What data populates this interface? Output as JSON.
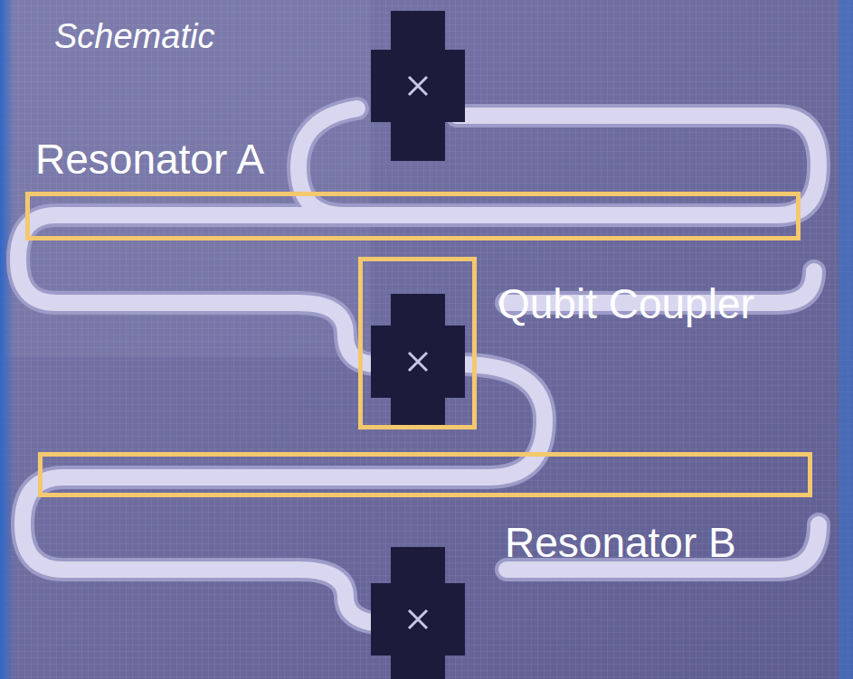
{
  "diagram": {
    "nodes": [
      {
        "text": [
          "Resonator A"
        ]
      },
      {
        "text": [
          "Qubit Coupler"
        ]
      },
      {
        "text": [
          "Resonator B"
        ]
      }
    ],
    "labels": [
      "Schematic"
    ]
  }
}
